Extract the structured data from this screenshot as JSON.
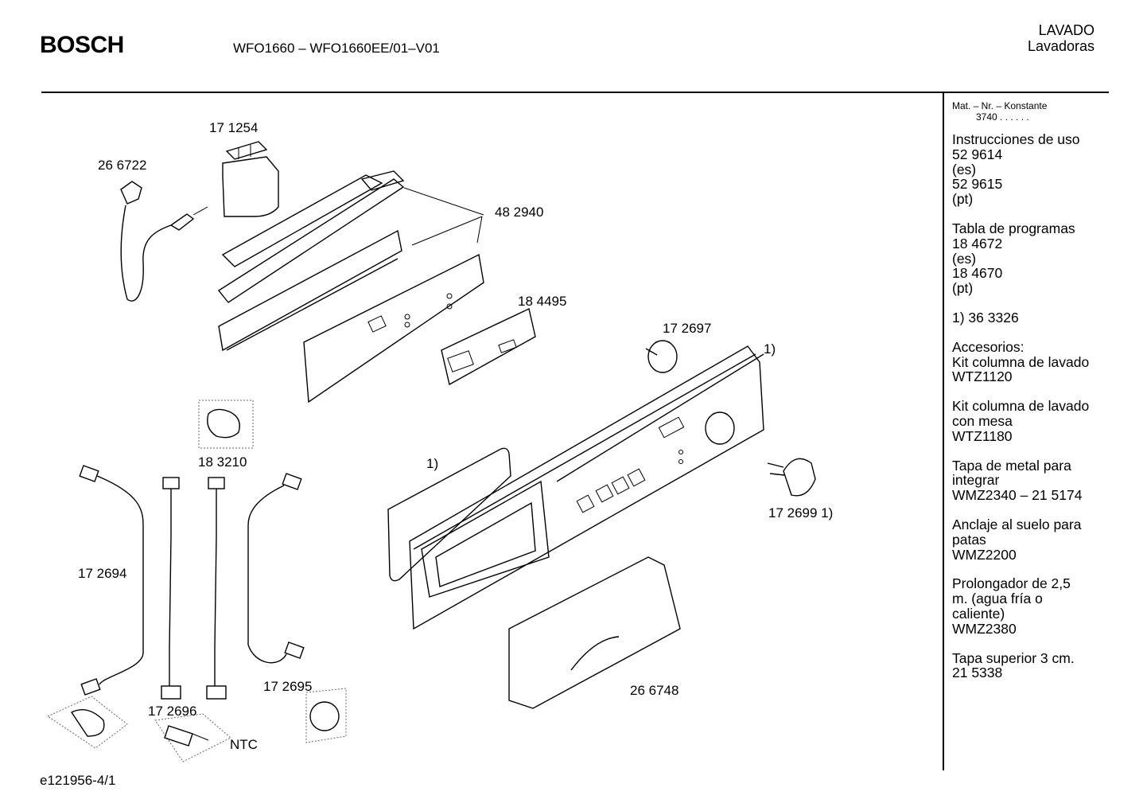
{
  "header": {
    "brand": "BOSCH",
    "model": "WFO1660 – WFO1660EE/01–V01",
    "category_top": "LAVADO",
    "category_bottom": "Lavadoras"
  },
  "sidebar": {
    "mat_label": "Mat. – Nr. – Konstante",
    "mat_value": "3740  .  .    .  .  .  .",
    "blocks": [
      [
        "Instrucciones de uso",
        "52 9614",
        "(es)",
        "52 9615",
        "(pt)"
      ],
      [
        "Tabla de programas",
        "18 4672",
        "(es)",
        "18 4670",
        "(pt)"
      ],
      [
        "1) 36 3326"
      ],
      [
        "Accesorios:",
        "Kit columna de lavado",
        "WTZ1120"
      ],
      [
        "Kit columna de lavado",
        "con mesa",
        "WTZ1180"
      ],
      [
        "Tapa de metal para",
        "integrar",
        "WMZ2340 – 21 5174"
      ],
      [
        "Anclaje al suelo para",
        "patas",
        "WMZ2200"
      ],
      [
        "Prolongador de 2,5",
        "m. (agua fría o",
        "caliente)",
        "WMZ2380"
      ],
      [
        "Tapa superior 3 cm.",
        "21 5338"
      ]
    ]
  },
  "parts": {
    "p171254": "17 1254",
    "p266722": "26 6722",
    "p482940": "48 2940",
    "p184495": "18 4495",
    "p172697": "17 2697",
    "note_panel": "1)",
    "p183210": "18 3210",
    "note_seal": "1)",
    "p172699": "17 2699 1)",
    "p172694": "17 2694",
    "p172695": "17 2695",
    "p172696": "17 2696",
    "ntc": "NTC",
    "p266748": "26 6748"
  },
  "footer": {
    "ref": "e121956-4/1"
  }
}
